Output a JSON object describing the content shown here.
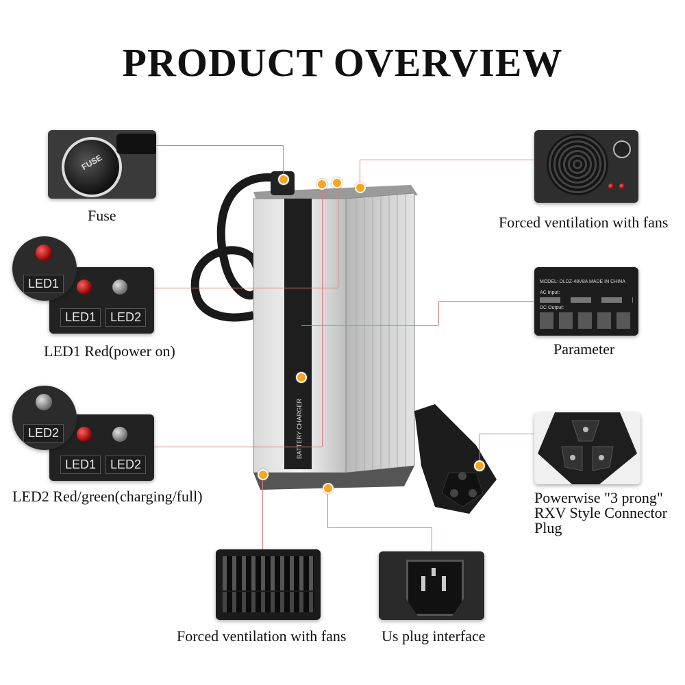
{
  "title": "PRODUCT OVERVIEW",
  "captions": {
    "fuse": "Fuse",
    "fans_top": "Forced ventilation with fans",
    "led1": "LED1 Red(power on)",
    "parameter": "Parameter",
    "led2": "LED2 Red/green(charging/full)",
    "connector": "Powerwise \"3 prong\" RXV Style Connector Plug",
    "fans_bottom": "Forced ventilation with fans",
    "us_plug": "Us plug interface"
  },
  "thumb_labels": {
    "fuse_text": "FUSE",
    "led1_circle": "LED1",
    "led1_a": "LED1",
    "led1_b": "LED2",
    "led2_circle": "LED2",
    "led2_a": "LED1",
    "led2_b": "LED2",
    "param_model": "MODEL: DLDZ-48V8A MADE IN CHINA",
    "param_ac": "AC Input:",
    "param_dc": "DC Output:"
  },
  "device_label": "BATTERY CHARGER",
  "colors": {
    "leader": "#e07a7a",
    "dot": "#f5a623",
    "thumb_bg": "#2a2a2a"
  }
}
